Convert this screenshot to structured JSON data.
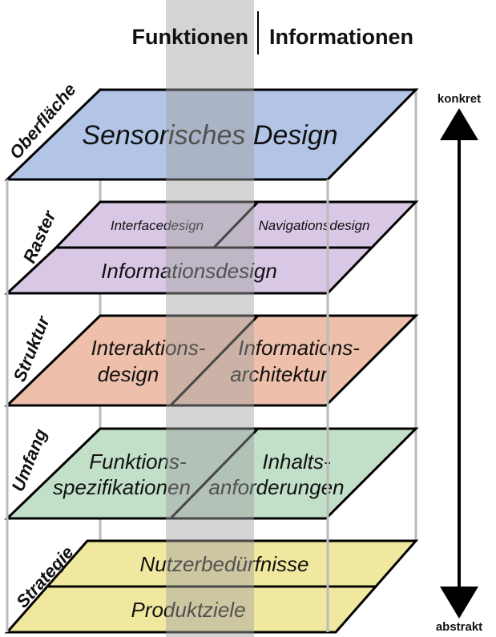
{
  "header": {
    "left": "Funktionen",
    "right": "Informationen"
  },
  "axis": {
    "top": "konkret",
    "bottom": "abstrakt"
  },
  "layers": {
    "surface": {
      "label": "Oberfläche",
      "color": "#b3c5e6",
      "plane": "Sensorisches Design"
    },
    "skeleton": {
      "label": "Raster",
      "color": "#d9c8e5",
      "top_left": "Interfacedesign",
      "top_right": "Navigationsdesign",
      "bottom": "Informationsdesign"
    },
    "structure": {
      "label": "Struktur",
      "color": "#eec0ab",
      "left_line1": "Interaktions-",
      "left_line2": "design",
      "right_line1": "Informations-",
      "right_line2": "architektur"
    },
    "scope": {
      "label": "Umfang",
      "color": "#c2dfc8",
      "left_line1": "Funktions-",
      "left_line2": "spezifikationen",
      "right_line1": "Inhalts-",
      "right_line2": "anforderungen"
    },
    "strategy": {
      "label": "Strategie",
      "color": "#f1e8a0",
      "top": "Nutzerbedürfnisse",
      "bottom": "Produktziele"
    }
  }
}
